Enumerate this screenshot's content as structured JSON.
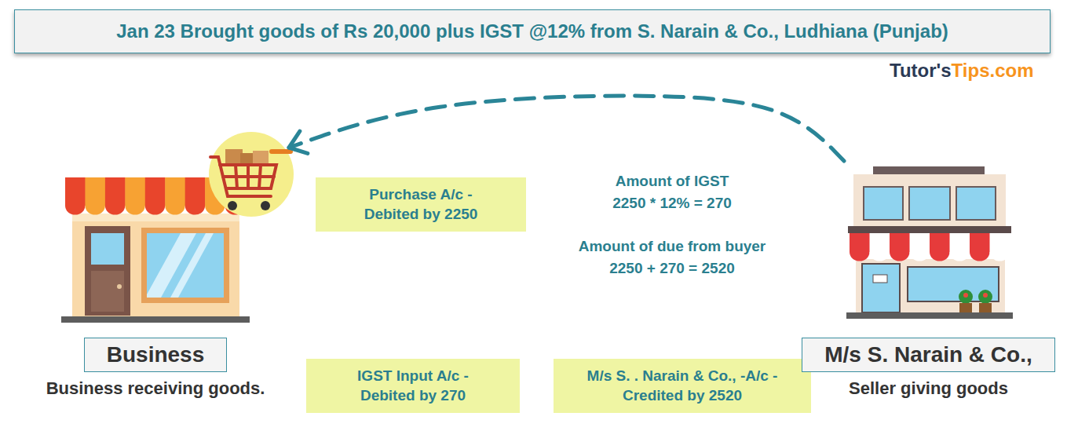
{
  "diagram": {
    "title": "Jan 23 Brought goods of Rs 20,000 plus IGST @12% from S. Narain & Co., Ludhiana (Punjab)",
    "nodes": [
      {
        "text": [
          "Business",
          "Business receiving goods."
        ]
      },
      {
        "text": [
          "Purchase A/c - Debited by 2250"
        ]
      },
      {
        "text": [
          "IGST Input A/c - Debited by 270"
        ]
      },
      {
        "text": [
          "M/s S. . Narain & Co., -A/c - Credited by 2520"
        ]
      },
      {
        "text": [
          "M/s S. Narain & Co.,",
          "Seller giving goods"
        ]
      }
    ],
    "edges": [
      {
        "from": 4,
        "to": 0,
        "arrow": "to"
      }
    ],
    "labels": [
      "Tutor's",
      "Tips.com",
      "Amount of IGST",
      "2250 * 12% = 270",
      "Amount of due from buyer",
      "2250 + 270 = 2520"
    ]
  }
}
